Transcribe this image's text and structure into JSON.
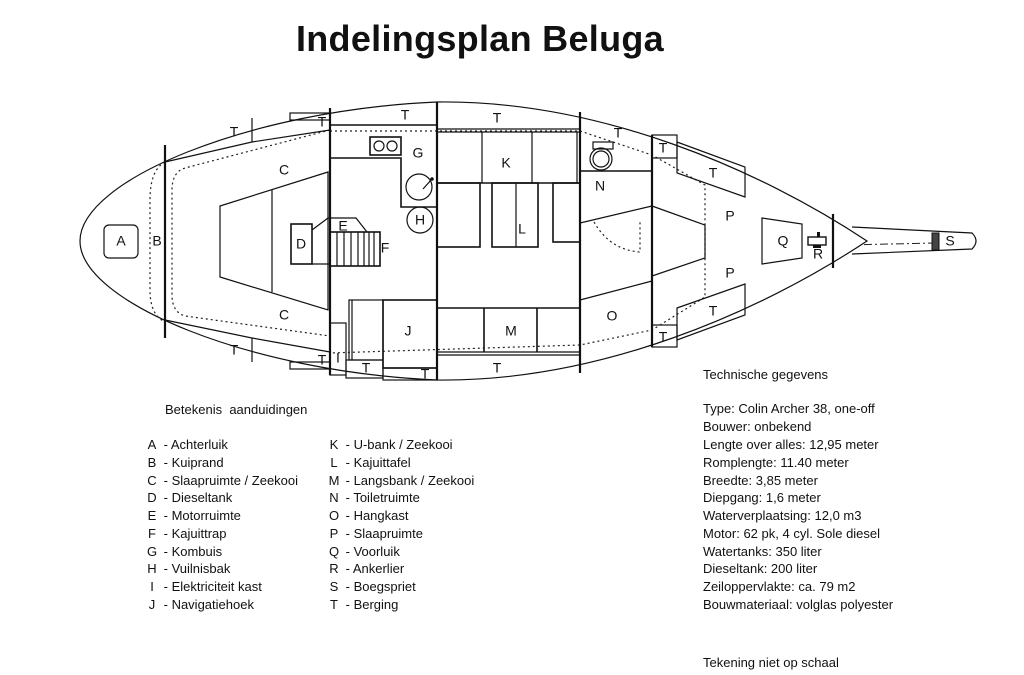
{
  "title": "Indelingsplan Beluga",
  "diagram": {
    "labels": {
      "A": "A",
      "B": "B",
      "C": "C",
      "D": "D",
      "E": "E",
      "F": "F",
      "G": "G",
      "H": "H",
      "I": "I",
      "J": "J",
      "K": "K",
      "L": "L",
      "M": "M",
      "N": "N",
      "O": "O",
      "P": "P",
      "Q": "Q",
      "R": "R",
      "S": "S",
      "T": "T"
    }
  },
  "legend": {
    "heading": "Betekenis  aanduidingen",
    "col1": [
      {
        "key": "A",
        "text": "- Achterluik"
      },
      {
        "key": "B",
        "text": "- Kuiprand"
      },
      {
        "key": "C",
        "text": "- Slaapruimte / Zeekooi"
      },
      {
        "key": "D",
        "text": "- Dieseltank"
      },
      {
        "key": "E",
        "text": "- Motorruimte"
      },
      {
        "key": "F",
        "text": "- Kajuittrap"
      },
      {
        "key": "G",
        "text": "- Kombuis"
      },
      {
        "key": "H",
        "text": "- Vuilnisbak"
      },
      {
        "key": "I",
        "text": "- Elektriciteit kast"
      },
      {
        "key": "J",
        "text": "- Navigatiehoek"
      }
    ],
    "col2": [
      {
        "key": "K",
        "text": "- U-bank / Zeekooi"
      },
      {
        "key": "L",
        "text": "- Kajuittafel"
      },
      {
        "key": "M",
        "text": "- Langsbank / Zeekooi"
      },
      {
        "key": "N",
        "text": "- Toiletruimte"
      },
      {
        "key": "O",
        "text": "- Hangkast"
      },
      {
        "key": "P",
        "text": "- Slaapruimte"
      },
      {
        "key": "Q",
        "text": "- Voorluik"
      },
      {
        "key": "R",
        "text": "- Ankerlier"
      },
      {
        "key": "S",
        "text": "- Boegspriet"
      },
      {
        "key": "T",
        "text": "- Berging"
      }
    ]
  },
  "tech": {
    "heading": "Technische gegevens",
    "rows": [
      "Type: Colin Archer 38, one-off",
      "Bouwer: onbekend",
      "Lengte over alles: 12,95 meter",
      "Romplengte: 11.40 meter",
      "Breedte: 3,85 meter",
      "Diepgang: 1,6 meter",
      "Waterverplaatsing: 12,0 m3",
      "Motor: 62 pk, 4 cyl. Sole diesel",
      "Watertanks: 350 liter",
      "Dieseltank: 200 liter",
      "Zeiloppervlakte: ca. 79 m2",
      "Bouwmateriaal: volglas polyester"
    ],
    "note": "Tekening niet op schaal"
  }
}
